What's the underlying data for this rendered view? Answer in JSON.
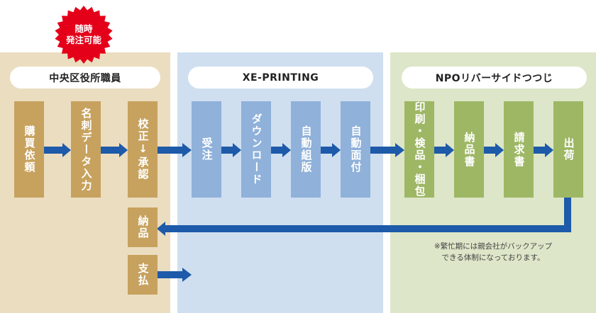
{
  "badge": {
    "line1": "随時",
    "line2": "発注可能",
    "color": "#e5001a"
  },
  "sections": [
    {
      "label": "中央区役所職員",
      "color": "#ebddc0"
    },
    {
      "label": "XE-PRINTING",
      "color": "#cfdff0"
    },
    {
      "label": "NPOリバーサイドつつじ",
      "color": "#dde6c8"
    }
  ],
  "steps": {
    "kobai": "購買依頼",
    "meishi_data": "名刺データ入力",
    "kosei": "校正↓承認",
    "juchu": "受注",
    "download": "ダウンロード",
    "jidou_kumihan": "自動組版",
    "jidou_menzuke": "自動面付",
    "insatsu": "印刷・検品・梱包",
    "nouhinsho": "納品書",
    "seikyusho": "請求書",
    "shukka": "出荷",
    "nouhin": "納品",
    "shiharai": "支払"
  },
  "note": {
    "line1": "※繁忙期には親会社がバックアップ",
    "line2": "できる体制になっております。"
  },
  "colors": {
    "arrow": "#1d5aa9",
    "brown": "#c7a25e",
    "blue": "#8fb1da",
    "green": "#9eb765"
  }
}
